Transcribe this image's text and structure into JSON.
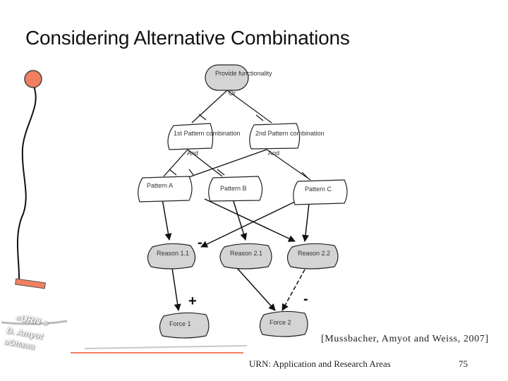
{
  "slide": {
    "title": "Considering Alternative Combinations",
    "citation": "[Mussbacher, Amyot and Weiss, 2007]",
    "footer": "URN: Application and Research Areas",
    "page_number": "75"
  },
  "logo": {
    "line1": "«URN »",
    "line2": "D. Amyot",
    "line3": "uOttawa"
  },
  "diagram": {
    "nodes": {
      "provide": "Provide functionality",
      "first_combo": "1st Pattern combination",
      "second_combo": "2nd Pattern combination",
      "pattern_a": "Pattern A",
      "pattern_b": "Pattern B",
      "pattern_c": "Pattern C",
      "reason_11": "Reason 1.1",
      "reason_21": "Reason 2.1",
      "reason_22": "Reason 2.2",
      "force_1": "Force 1",
      "force_2": "Force 2"
    },
    "edge_labels": {
      "or": "Or",
      "and_left": "And",
      "and_right": "And"
    },
    "contribution_signs": {
      "plus": "+",
      "minus": "-"
    }
  },
  "colors": {
    "accent": "#f08060",
    "node_fill_gray": "#d4d4d4",
    "node_fill_white": "#ffffff",
    "stroke": "#222222"
  }
}
